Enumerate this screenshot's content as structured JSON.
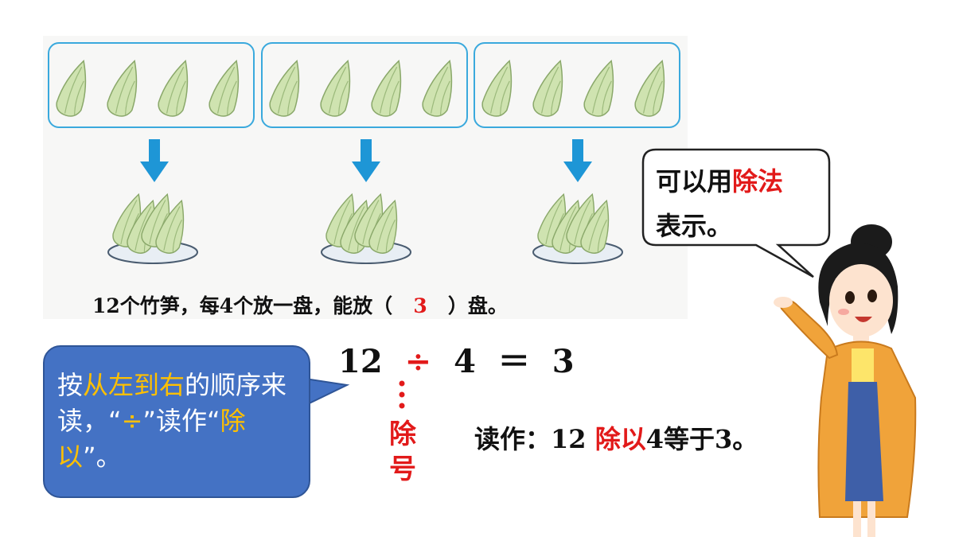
{
  "panel": {
    "sentence_prefix": "12个竹笋，每4个放一盘，能放（",
    "answer": "3",
    "sentence_suffix": "）盘。",
    "groups": 3,
    "shoots_per_group": 4
  },
  "equation": {
    "dividend": "12",
    "operator": "÷",
    "divisor": "4",
    "equals": "＝",
    "quotient": "3"
  },
  "sign_label": "除号",
  "reading": {
    "prefix": "读作：12 ",
    "red": "除以",
    "suffix": "4等于3。"
  },
  "blue_bubble": {
    "p1": "按",
    "hl1": "从左到右",
    "p2": "的顺序来读，“",
    "hl2": "÷",
    "p3": "”读作“",
    "hl3": "除以",
    "p4": "”。"
  },
  "speech": {
    "p1": "可以用",
    "red": "除法",
    "p2": "表示。"
  },
  "colors": {
    "accent_red": "#e21a1a",
    "highlight_yellow": "#ffc000",
    "bubble_blue": "#4472c4",
    "box_border": "#3aa9dd",
    "arrow_blue": "#1e96d6"
  }
}
